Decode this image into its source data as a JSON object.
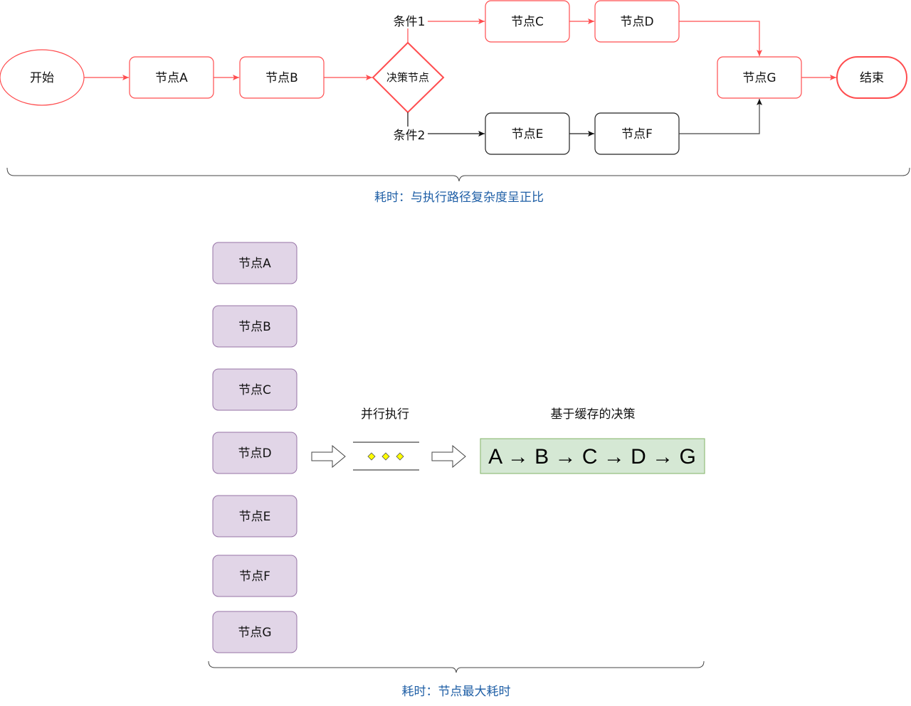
{
  "colors": {
    "path_red": "#ff4d4f",
    "path_black": "#222222",
    "node_purple_fill": "#e1d5e7",
    "node_purple_stroke": "#9673a6",
    "cache_fill": "#d5e8d4",
    "cache_stroke": "#82b366",
    "caption_blue": "#1f5fa6",
    "dot_yellow": "#ffff00"
  },
  "top_flow": {
    "start": "开始",
    "end": "结束",
    "decision": "决策节点",
    "condition1": "条件1",
    "condition2": "条件2",
    "nodes": {
      "a": "节点A",
      "b": "节点B",
      "c": "节点C",
      "d": "节点D",
      "e": "节点E",
      "f": "节点F",
      "g": "节点G"
    },
    "caption": "耗时：与执行路径复杂度呈正比"
  },
  "bottom_flow": {
    "nodes": [
      "节点A",
      "节点B",
      "节点C",
      "节点D",
      "节点E",
      "节点F",
      "节点G"
    ],
    "parallel_label": "并行执行",
    "cache_label": "基于缓存的决策",
    "cache_sequence": "A → B → C → D → G",
    "caption": "耗时：节点最大耗时"
  }
}
